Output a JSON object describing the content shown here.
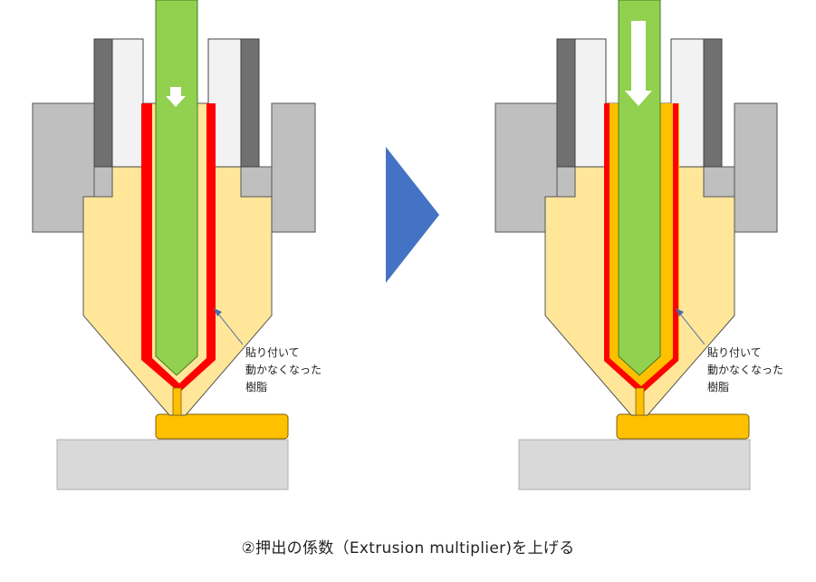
{
  "panels": [
    {
      "id": "before",
      "label_lines": [
        "貼り付いて",
        "動かなくなった",
        "樹脂"
      ],
      "filament_push": "small"
    },
    {
      "id": "after",
      "label_lines": [
        "貼り付いて",
        "動かなくなった",
        "樹脂"
      ],
      "filament_push": "large"
    }
  ],
  "caption": "②押出の係数（Extrusion multiplier)を上げる",
  "colors": {
    "heater_block": "#bfbfbf",
    "heat_break_dark": "#707070",
    "heat_break_light": "#f2f2f2",
    "nozzle": "#ffe699",
    "filament": "#92d050",
    "stuck_resin": "#ff0000",
    "melt": "#ffc000",
    "bed": "#d9d9d9",
    "transition_arrow": "#4472c4",
    "push_arrow": "#ffffff"
  }
}
